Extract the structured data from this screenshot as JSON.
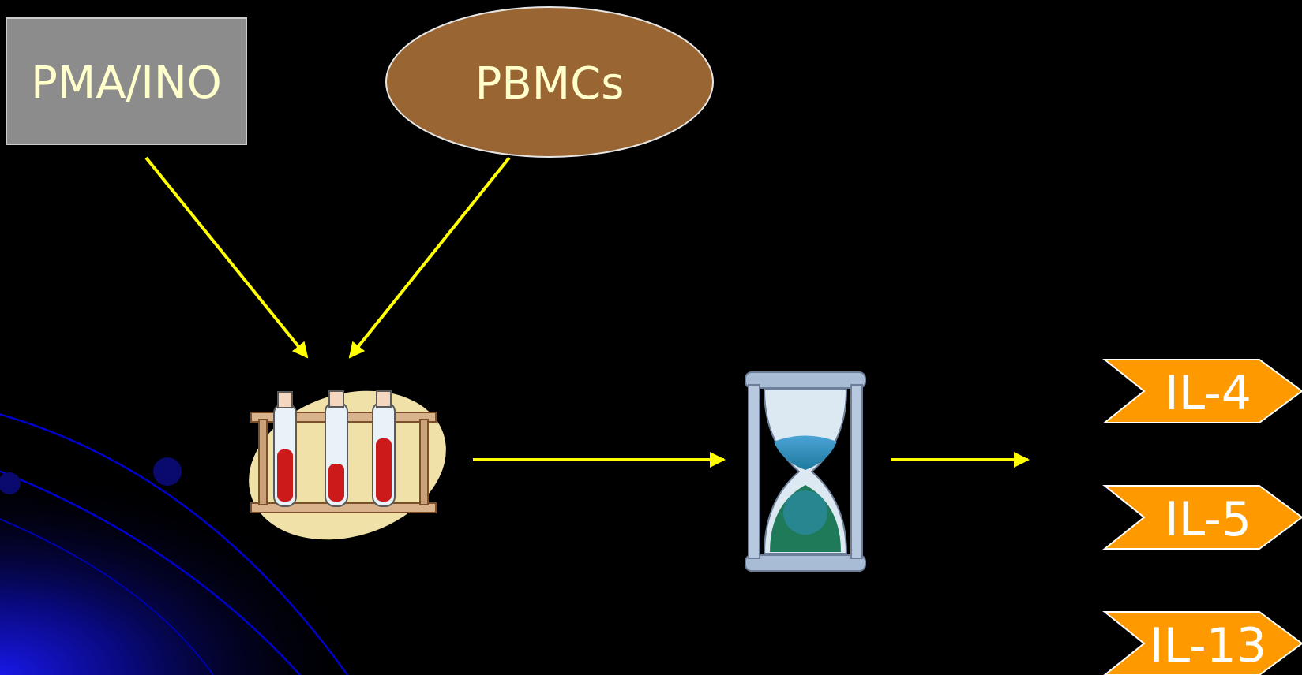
{
  "slide": {
    "background": "#000000",
    "arrow_color": "#ffff00",
    "nodes": {
      "stimulus": {
        "label": "PMA/INO",
        "fill": "#8c8c8c"
      },
      "cells": {
        "label": "PBMCs",
        "fill": "#996633"
      },
      "test_tubes": {
        "icon": "test-tube-rack-icon"
      },
      "incubation": {
        "icon": "hourglass-icon"
      }
    },
    "cytokines": [
      {
        "label": "IL-4",
        "fill": "#ff9900"
      },
      {
        "label": "IL-5",
        "fill": "#ff9900"
      },
      {
        "label": "IL-13",
        "fill": "#ff9900"
      }
    ]
  }
}
